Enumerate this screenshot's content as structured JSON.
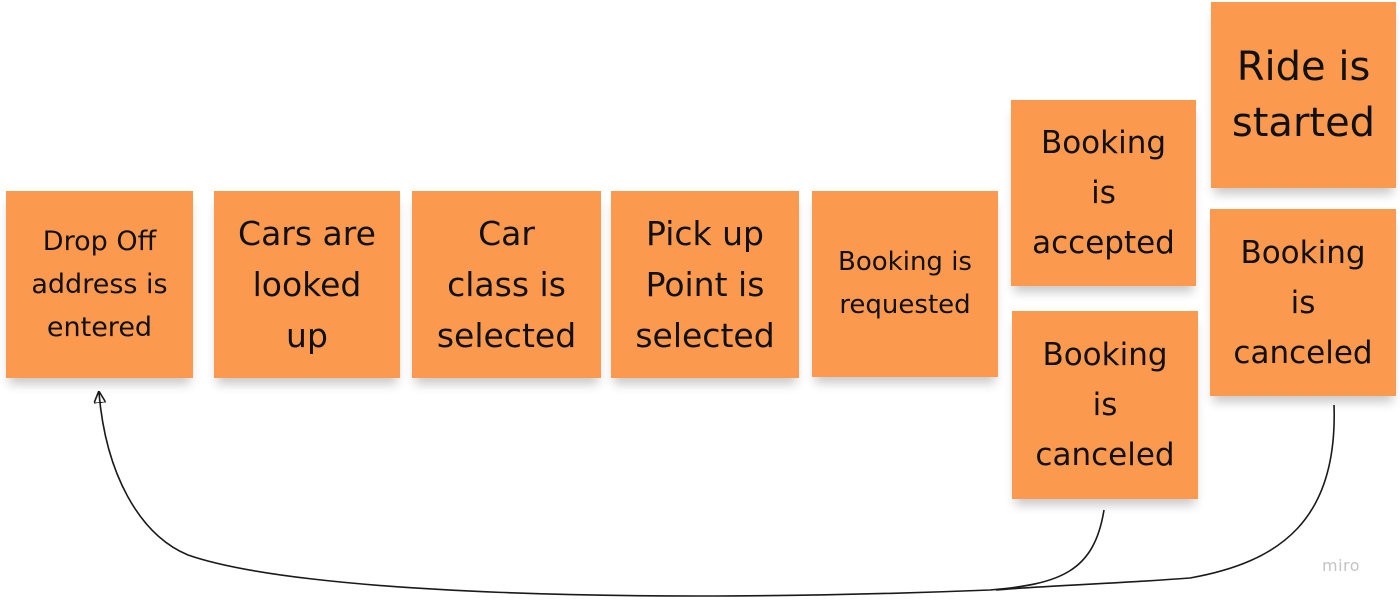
{
  "board": {
    "sticky_color": "#fb9a4e",
    "connector_color": "#1a1a1a",
    "watermark": "miro"
  },
  "stickies": [
    {
      "id": "drop-off-address-entered",
      "text": "Drop Off\naddress is\nentered"
    },
    {
      "id": "cars-looked-up",
      "text": "Cars are\nlooked\nup"
    },
    {
      "id": "car-class-selected",
      "text": "Car\nclass is\nselected"
    },
    {
      "id": "pickup-point-selected",
      "text": "Pick up\nPoint is\nselected"
    },
    {
      "id": "booking-requested",
      "text": "Booking is\nrequested"
    },
    {
      "id": "booking-accepted",
      "text": "Booking\nis\naccepted"
    },
    {
      "id": "booking-canceled-1",
      "text": "Booking\nis\ncanceled"
    },
    {
      "id": "ride-started",
      "text": "Ride is\nstarted"
    },
    {
      "id": "booking-canceled-2",
      "text": "Booking\nis\ncanceled"
    }
  ],
  "connectors": [
    {
      "from": "booking-canceled-1",
      "to": "drop-off-address-entered"
    },
    {
      "from": "booking-canceled-2",
      "to": "drop-off-address-entered"
    }
  ]
}
